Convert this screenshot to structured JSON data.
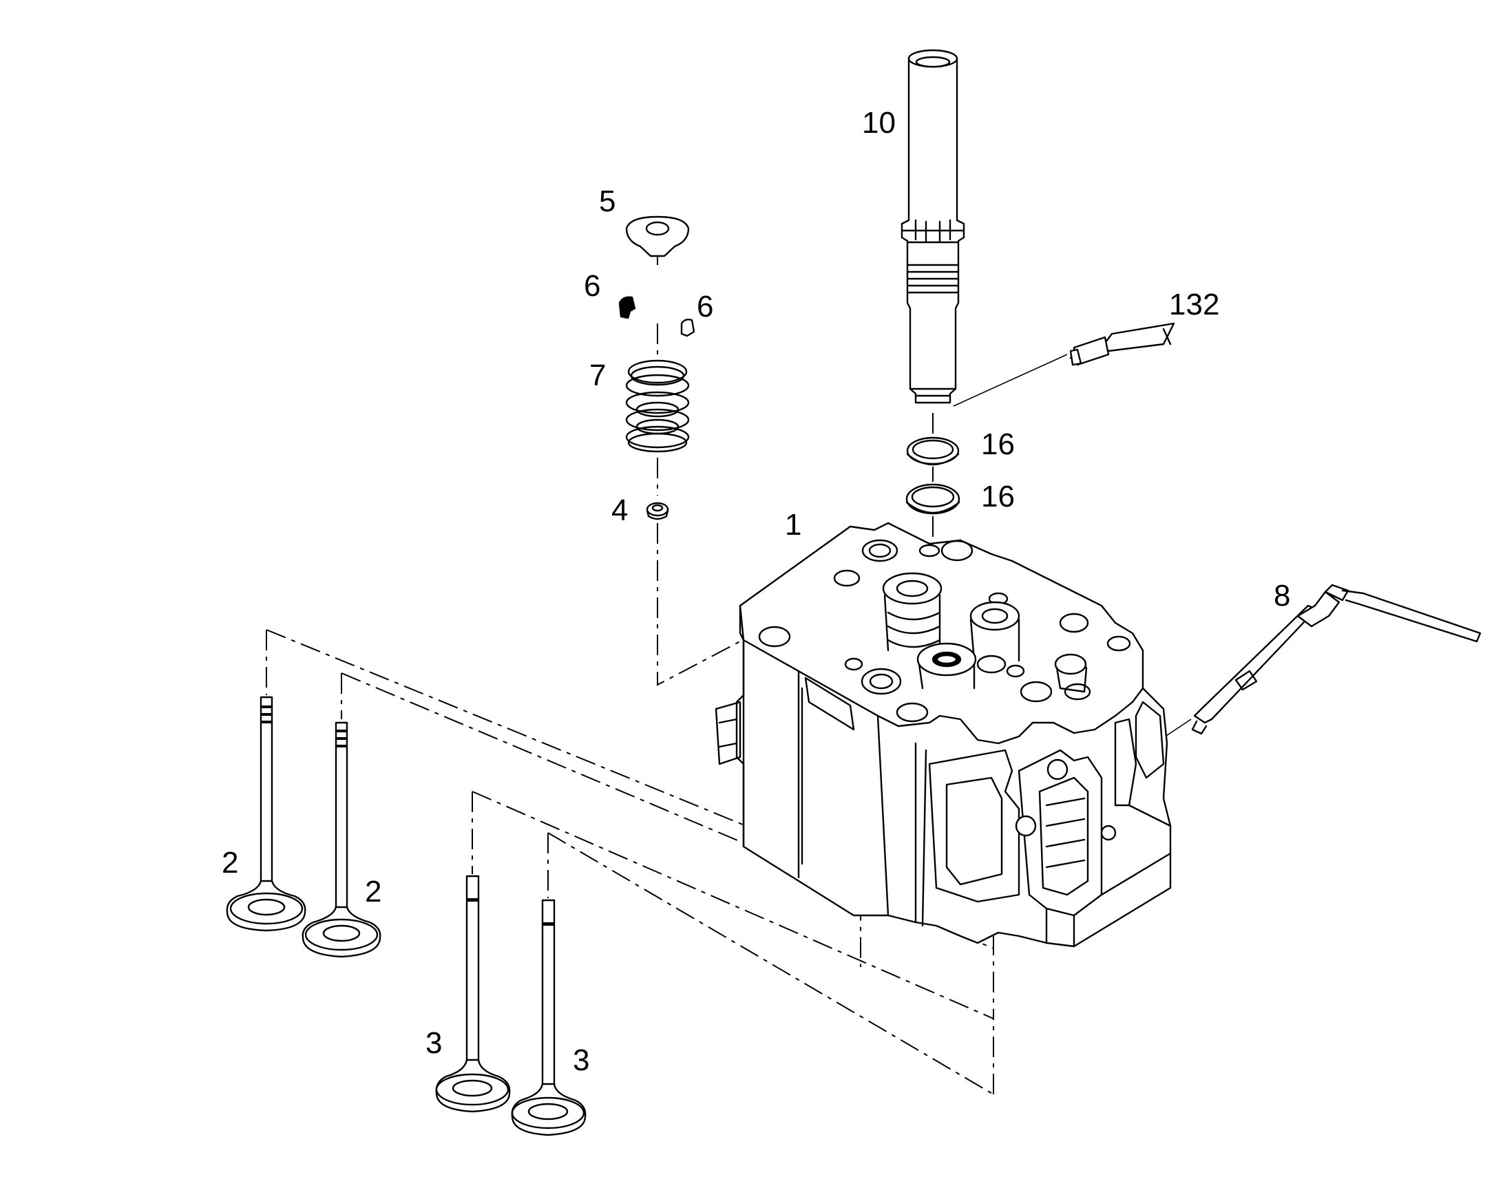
{
  "callouts": {
    "c1": "1",
    "c2a": "2",
    "c2b": "2",
    "c3a": "3",
    "c3b": "3",
    "c4": "4",
    "c5": "5",
    "c6a": "6",
    "c6b": "6",
    "c7": "7",
    "c8": "8",
    "c10": "10",
    "c16a": "16",
    "c16b": "16",
    "c132": "132"
  }
}
